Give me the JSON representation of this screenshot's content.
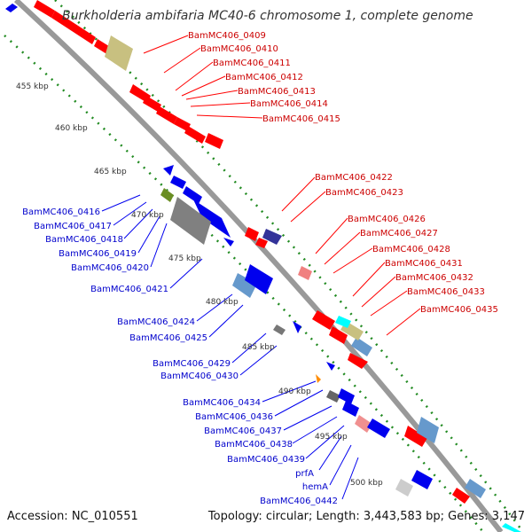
{
  "title": "Burkholderia ambifaria MC40-6 chromosome 1, complete genome",
  "footer": {
    "accession": "Accession: NC_010551",
    "topology": "Topology: circular; Length: 3,443,583 bp; Genes: 3,147"
  },
  "colors": {
    "forward": "#ff0000",
    "reverse": "#0000ee",
    "backbone": "#999999",
    "dotted_ring": "#228b22",
    "red_label": "#cc0000",
    "blue_label": "#0000cc"
  },
  "kbp_ticks": [
    "455 kbp",
    "460 kbp",
    "465 kbp",
    "470 kbp",
    "475 kbp",
    "480 kbp",
    "485 kbp",
    "490 kbp",
    "495 kbp",
    "500 kbp"
  ],
  "red_labels": [
    "BamMC406_0409",
    "BamMC406_0410",
    "BamMC406_0411",
    "BamMC406_0412",
    "BamMC406_0413",
    "BamMC406_0414",
    "BamMC406_0415",
    "BamMC406_0422",
    "BamMC406_0423",
    "BamMC406_0426",
    "BamMC406_0427",
    "BamMC406_0428",
    "BamMC406_0431",
    "BamMC406_0432",
    "BamMC406_0433",
    "BamMC406_0435"
  ],
  "blue_labels": [
    "BamMC406_0416",
    "BamMC406_0417",
    "BamMC406_0418",
    "BamMC406_0419",
    "BamMC406_0420",
    "BamMC406_0421",
    "BamMC406_0424",
    "BamMC406_0425",
    "BamMC406_0429",
    "BamMC406_0430",
    "BamMC406_0434",
    "BamMC406_0436",
    "BamMC406_0437",
    "BamMC406_0438",
    "BamMC406_0439",
    "prfA",
    "hemA",
    "BamMC406_0442"
  ]
}
